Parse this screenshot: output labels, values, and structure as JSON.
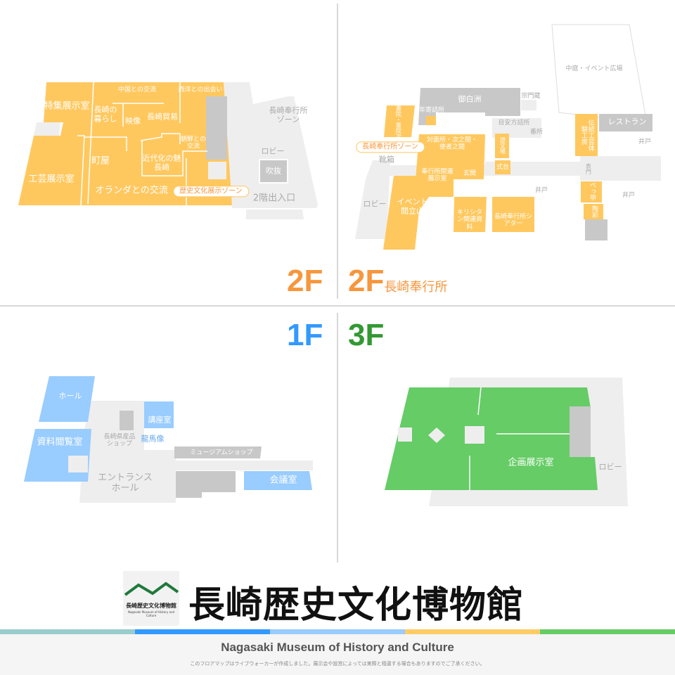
{
  "colors": {
    "floor2": "#FFC85F",
    "floor1": "#99CCFF",
    "floor3": "#66CC66",
    "common": "#EEEEEE",
    "service": "#C8C8C8",
    "label2F": "#F7963C",
    "label1F": "#3399FF",
    "label3F": "#339933"
  },
  "floor_labels": {
    "f2": "2F",
    "f2b": "2F",
    "f2b_sub": "長崎奉行所",
    "f1": "1F",
    "f3": "3F"
  },
  "floor2": {
    "tokushu": "特集展示室",
    "kurashi": "長崎の暮らし",
    "eizo": "映像",
    "boeki": "長崎貿易",
    "chugoku": "中国との交流",
    "seiyo": "西洋との出会い",
    "chosen": "朝鮮との交流",
    "kindai": "近代化の魅長崎",
    "machiya": "町屋",
    "kogei": "工芸展示室",
    "oranda": "オランダとの交流",
    "zone_badge": "歴史文化展示ゾーン",
    "bugyo_zone": "長崎奉行所ゾーン",
    "lobby": "ロビー",
    "fukinuke": "吹抜",
    "entrance": "2階出入口"
  },
  "floor2b": {
    "oshirasu": "御白洲",
    "shumongura": "宗門蔵",
    "toshiyori": "年寄詰所",
    "meyasu": "目安方詰所",
    "bansho": "番所",
    "shoin": "書院・書院次之間",
    "zone_badge": "長崎奉行所ゾーン",
    "kutsubako": "靴箱",
    "taimen": "対面所・次之間・使者之間",
    "bugyo_room": "奉行所関連展示室",
    "genkan": "玄関",
    "shomon": "證文場",
    "shikidai": "式台",
    "ido1": "井戸",
    "lobby": "ロビー",
    "event": "イベントの間立山亭",
    "kirishitan": "キリシタン関連資料",
    "theater": "長崎奉行所シアター",
    "nakaniwa": "中庭・イベント広場",
    "restaurant": "レストラン",
    "kogei": "伝統工芸体験工房",
    "ido2": "井戸",
    "omote": "表門",
    "ido3": "井戸",
    "bekko": "べっ甲",
    "tosai": "陶彩"
  },
  "floor1": {
    "hall": "ホール",
    "koza": "講座室",
    "kensan": "長崎県産品ショップ",
    "ryoma": "龍馬像",
    "shiryo": "資料閲覧室",
    "museum_shop": "ミュージアムショップ",
    "entrance_hall": "エントランスホール",
    "kaigi": "会議室"
  },
  "floor3": {
    "kikaku": "企画展示室",
    "lobby": "ロビー"
  },
  "brand": {
    "title": "長崎歴史文化博物館",
    "logo_text": "長崎歴史文化博物館",
    "logo_en": "Nagasaki Museum of History and Culture",
    "english": "Nagasaki Museum of History and Culture",
    "note": "このフロアマップはライブウォーカーが作成しました。展示会や設営によっては実際と相違する場合もありますのでご了承ください。"
  },
  "stripes": [
    "#99CCCC",
    "#3399FF",
    "#99CCFF",
    "#FFCC66",
    "#66CC66"
  ]
}
